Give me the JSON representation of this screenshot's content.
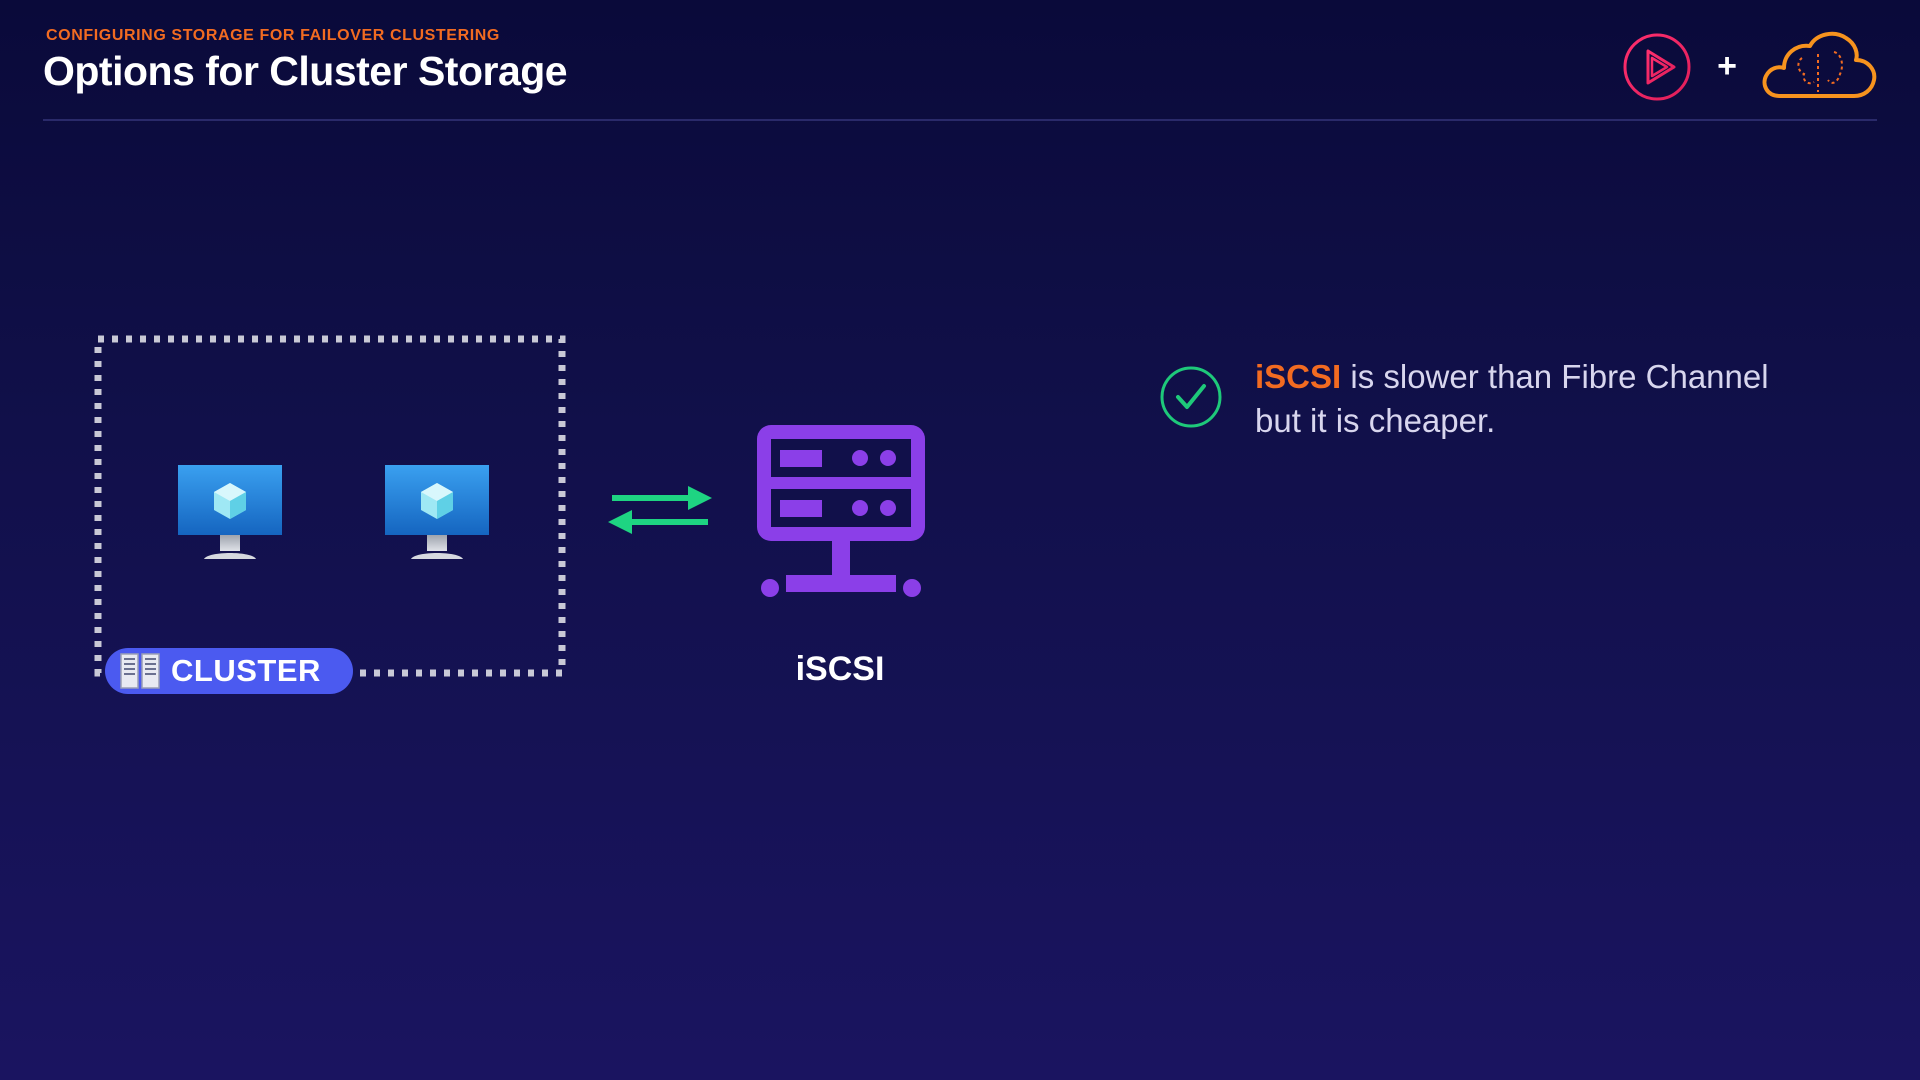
{
  "header": {
    "kicker": "CONFIGURING STORAGE FOR FAILOVER CLUSTERING",
    "title": "Options for Cluster Storage"
  },
  "logos": {
    "plus_sign": "+",
    "left_logo_icon": "play-triangle-logo-icon",
    "right_logo_icon": "cloud-brain-logo-icon"
  },
  "diagram": {
    "cluster_label": "CLUSTER",
    "node_icon": "virtual-machine-monitor-icon",
    "connector_icon": "bidirectional-arrows-icon",
    "storage_icon": "server-storage-icon",
    "storage_label": "iSCSI"
  },
  "note": {
    "highlight": "iSCSI",
    "line1_rest": " is slower than Fibre Channel",
    "line2": "but it is cheaper."
  },
  "colors": {
    "accent_orange": "#f26b21",
    "server_purple": "#8b3fe8",
    "arrow_green": "#1ed482",
    "check_green": "#1ec97a",
    "pill_blue": "#4b5af0"
  }
}
